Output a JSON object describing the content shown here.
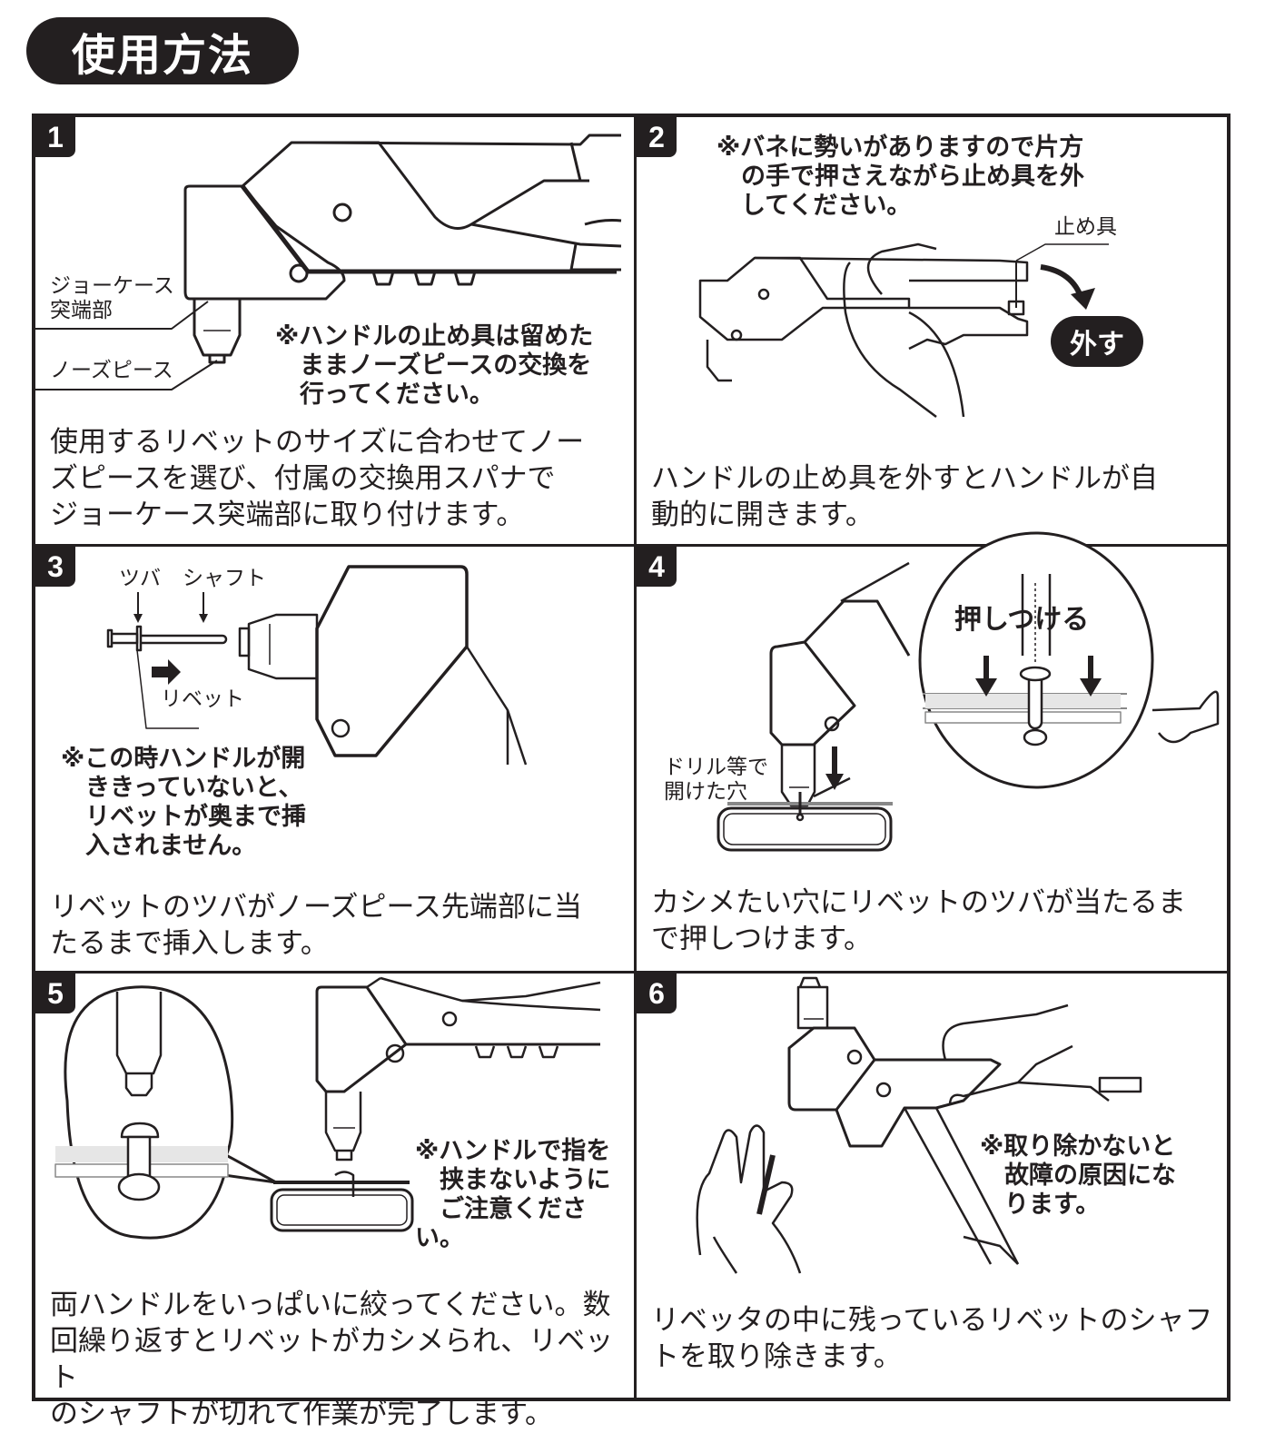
{
  "header": {
    "title": "使用方法"
  },
  "steps": [
    {
      "number": "1",
      "labels": {
        "jaw_case_tip": "ジョーケース\n突端部",
        "nose_piece": "ノーズピース"
      },
      "note": "※ハンドルの止め具は留めた\n　ままノーズピースの交換を\n　行ってください。",
      "description": "使用するリベットのサイズに合わせてノー\nズピースを選び、付属の交換用スパナで\nジョーケース突端部に取り付けます。"
    },
    {
      "number": "2",
      "note": "※バネに勢いがありますので片方\n　の手で押さえながら止め具を外\n　してください。",
      "labels": {
        "stopper": "止め具"
      },
      "badge": "外す",
      "description": "ハンドルの止め具を外すとハンドルが自\n動的に開きます。"
    },
    {
      "number": "3",
      "labels": {
        "flange": "ツバ",
        "shaft": "シャフト",
        "rivet": "リベット"
      },
      "note": "※この時ハンドルが開\n　ききっていないと、\n　リベットが奥まで挿\n　入されません。",
      "description": "リベットのツバがノーズピース先端部に当\nたるまで挿入します。"
    },
    {
      "number": "4",
      "labels": {
        "drilled_hole": "ドリル等で\n開けた穴"
      },
      "callout": "押しつける",
      "description": "カシメたい穴にリベットのツバが当たるま\nで押しつけます。"
    },
    {
      "number": "5",
      "note": "※ハンドルで指を\n　挟まないように\n　ご注意ください。",
      "description": "両ハンドルをいっぱいに絞ってください。数\n回繰り返すとリベットがカシメられ、リベット\nのシャフトが切れて作業が完了します。"
    },
    {
      "number": "6",
      "note": "※取り除かないと\n　故障の原因にな\n　ります。",
      "description": "リベッタの中に残っているリベットのシャフ\nトを取り除きます。"
    }
  ]
}
